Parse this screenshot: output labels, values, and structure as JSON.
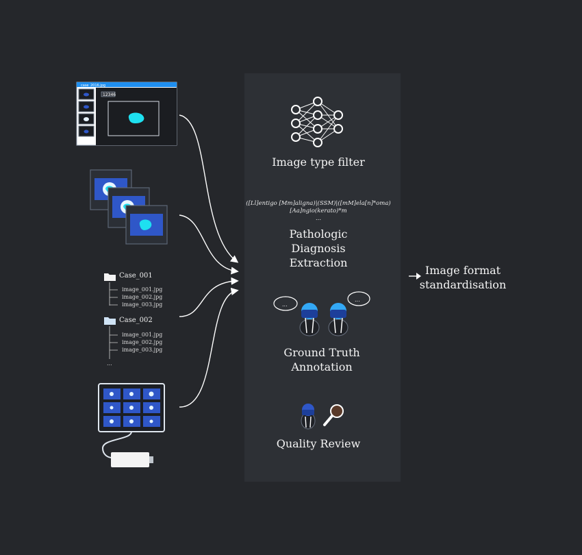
{
  "app_window": {
    "title": "case_2016.jpg",
    "counter": "12346"
  },
  "folders": [
    {
      "name": "Case_001",
      "files": [
        "image_001.jpg",
        "image_002.jpg",
        "image_003.jpg"
      ]
    },
    {
      "name": "Case_002",
      "files": [
        "image_001.jpg",
        "image_002.jpg",
        "image_003.jpg"
      ]
    }
  ],
  "folder_ellipsis": "...",
  "pipeline": {
    "step1": "Image type filter",
    "regex_line1": "([Ll]entigo [Mm]aligna)|(SSM)|([mM]ela[n]*oma)",
    "regex_line2": "[Aa]ngio(kerato)*m",
    "regex_ellipsis": "...",
    "step2_line1": "Pathologic",
    "step2_line2": "Diagnosis",
    "step2_line3": "Extraction",
    "speech_bubble": "...",
    "step3_line1": "Ground Truth",
    "step3_line2": "Annotation",
    "step4": "Quality Review"
  },
  "output": {
    "line1": "Image format",
    "line2": "standardisation"
  },
  "colors": {
    "background": "#25272b",
    "panel": "#2d3035",
    "accent_blue": "#2f57c8",
    "lesion_cyan": "#1ee0f0",
    "window_bar": "#1f8ff0"
  }
}
